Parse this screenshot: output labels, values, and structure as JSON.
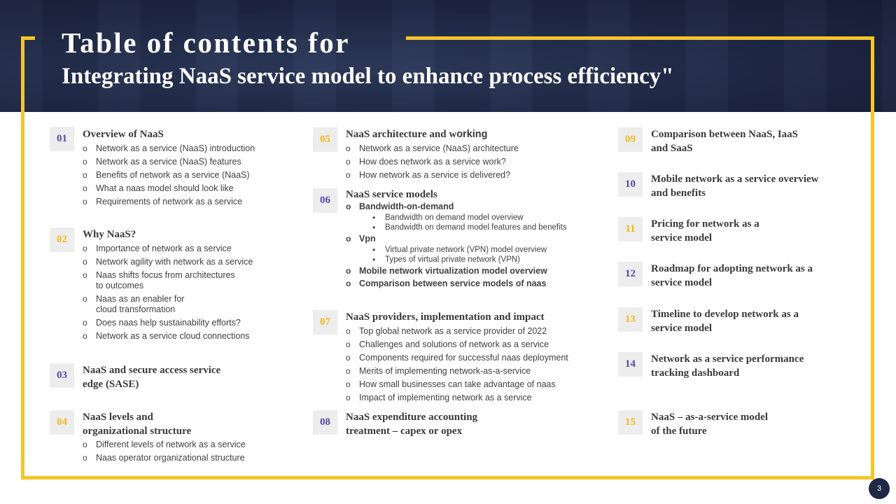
{
  "header": {
    "title_line1": "Table of contents for",
    "title_line2": "Integrating NaaS service model to enhance process efficiency\""
  },
  "colors": {
    "banner": "#1f2845",
    "frame": "#f6c52a",
    "num_purple": "#5b45b0",
    "num_gold": "#f2b81c"
  },
  "sections": {
    "s01": {
      "num": "01",
      "title": "Overview of NaaS",
      "items": [
        "Network as a service (NaaS) introduction",
        "Network as a service (NaaS) features",
        "Benefits of network as a service (NaaS)",
        "What a naas model should look like",
        "Requirements of network as a service"
      ]
    },
    "s02": {
      "num": "02",
      "title": "Why NaaS?",
      "items": [
        "Importance of network as a service",
        "Network agility with network as a service",
        "Naas shifts focus from architectures",
        "to outcomes",
        "Naas as an enabler for",
        "cloud transformation",
        "Does naas help sustainability efforts?",
        "Network as a service cloud connections"
      ]
    },
    "s03": {
      "num": "03",
      "title_line1": "NaaS and secure access service",
      "title_line2": "edge (SASE)"
    },
    "s04": {
      "num": "04",
      "title_line1": "NaaS levels and",
      "title_line2": "organizational structure",
      "items": [
        "Different levels of network as a service",
        "Naas operator organizational structure"
      ]
    },
    "s05": {
      "num": "05",
      "title": "NaaS architecture and w",
      "title_tail": "orking",
      "items": [
        "Network as a service (NaaS) architecture",
        "How does network as a service work?",
        "How network as a service is delivered?"
      ]
    },
    "s06": {
      "num": "06",
      "title": "NaaS service models",
      "bandwidth": "Bandwidth-on-demand",
      "bandwidth_sub": [
        "Bandwidth on demand model overview",
        "Bandwidth on demand model features and benefits"
      ],
      "vpn": "Vpn",
      "vpn_sub": [
        "Virtual private network (VPN) model overview",
        "Types of virtual private network (VPN)"
      ],
      "mobile": "Mobile network virtualization model overview",
      "comparison": "Comparison between service models of naas"
    },
    "s07": {
      "num": "07",
      "title": "NaaS providers, implementation and impact",
      "items": [
        "Top global network as a service provider of 2022",
        "Challenges and solutions of network as a service",
        "Components required for successful naas deployment",
        "Merits of implementing network-as-a-service",
        "How small businesses can take advantage of naas",
        "Impact of implementing network as a service"
      ]
    },
    "s08": {
      "num": "08",
      "title_line1": "NaaS expenditure accounting",
      "title_line2": "treatment – capex or opex"
    },
    "s09": {
      "num": "09",
      "title_line1": "Comparison between NaaS, IaaS",
      "title_line2": "and SaaS"
    },
    "s10": {
      "num": "10",
      "title_line1": "Mobile network as a service overview",
      "title_line2": "and benefits"
    },
    "s11": {
      "num": "11",
      "title_line1": "Pricing for network as a",
      "title_line2": "service model"
    },
    "s12": {
      "num": "12",
      "title_line1": "Roadmap for adopting network as a",
      "title_line2": "service model"
    },
    "s13": {
      "num": "13",
      "title_line1": "Timeline to develop network as a",
      "title_line2": "service model"
    },
    "s14": {
      "num": "14",
      "title_line1": "Network as a service performance",
      "title_line2": "tracking dashboard"
    },
    "s15": {
      "num": "15",
      "title_line1": "NaaS – as-a-service model",
      "title_line2": "of the future"
    }
  },
  "page_number": "3"
}
